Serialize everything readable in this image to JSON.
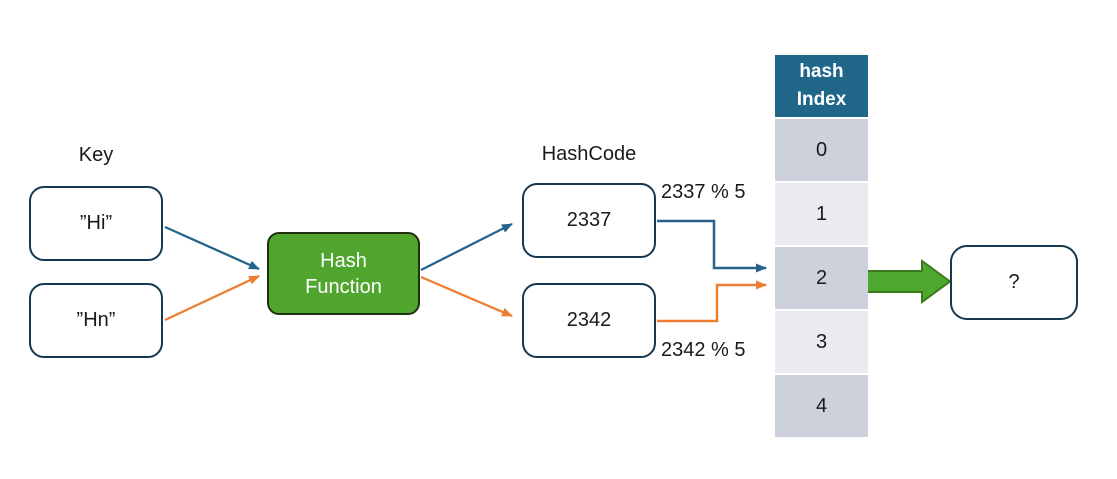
{
  "labels": {
    "key": "Key",
    "hashcode": "HashCode",
    "mod_top": "2337 % 5",
    "mod_bottom": "2342 % 5"
  },
  "keys": {
    "first": "”Hi”",
    "second": "”Hn”"
  },
  "hash_function": {
    "line1": "Hash",
    "line2": "Function"
  },
  "hashcodes": {
    "first": "2337",
    "second": "2342"
  },
  "table": {
    "header_line1": "hash",
    "header_line2": "Index",
    "rows": [
      "0",
      "1",
      "2",
      "3",
      "4"
    ]
  },
  "result": {
    "label": "?"
  },
  "colors": {
    "connector_blue": "#26648c",
    "connector_orange": "#ed7d31",
    "box_border_navy": "#17384f",
    "hash_function_green": "#50a52f",
    "block_arrow_green": "#4fa82e",
    "block_arrow_outline": "#3c7a1e",
    "table_header_teal": "#1f6689",
    "row_shade_dark": "#cdd1db",
    "row_shade_light": "#e9ebf0"
  }
}
